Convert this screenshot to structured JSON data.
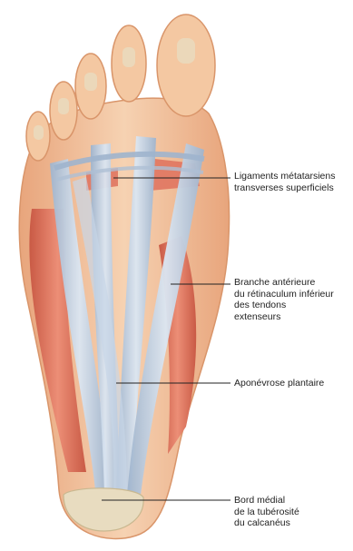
{
  "labels": [
    {
      "id": "ligaments",
      "lines": [
        "Ligaments métatarsiens",
        "transverses superficiels"
      ]
    },
    {
      "id": "branche",
      "lines": [
        "Branche antérieure",
        "du rétinaculum inférieur",
        "des tendons",
        "extenseurs"
      ]
    },
    {
      "id": "aponevrose",
      "lines": [
        "Aponévrose plantaire"
      ]
    },
    {
      "id": "bord",
      "lines": [
        "Bord médial",
        "de la tubérosité",
        "du calcanéus"
      ]
    }
  ],
  "colors": {
    "skin": "#f4c8a2",
    "skin_edge": "#d9956a",
    "muscle": "#e07660",
    "tendon": "#b9cbe0",
    "bone": "#e8dcc0",
    "leader": "#222222"
  }
}
